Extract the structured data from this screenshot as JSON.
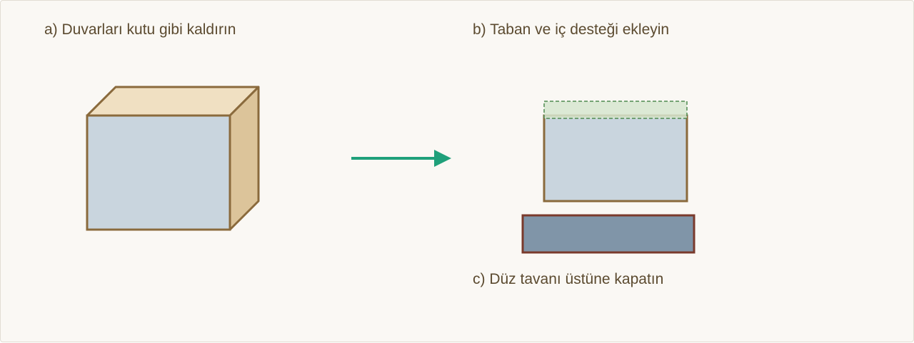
{
  "steps": {
    "a": "a) Duvarları kutu gibi kaldırın",
    "b": "b) Taban ve iç desteği ekleyin",
    "c": "c) Düz tavanı üstüne kapatın"
  },
  "colors": {
    "background": "#faf8f4",
    "label_text": "#5b4a2f",
    "wall_front": "#c9d5de",
    "wall_outline": "#8a6a3c",
    "box_top": "#f0e0c2",
    "box_side": "#dcc49a",
    "arrow": "#1fa07a",
    "support_fill": "#d6e6cf",
    "support_outline": "#4f8a50",
    "ceiling_fill": "#8095a8",
    "ceiling_outline": "#7a3a2c"
  }
}
